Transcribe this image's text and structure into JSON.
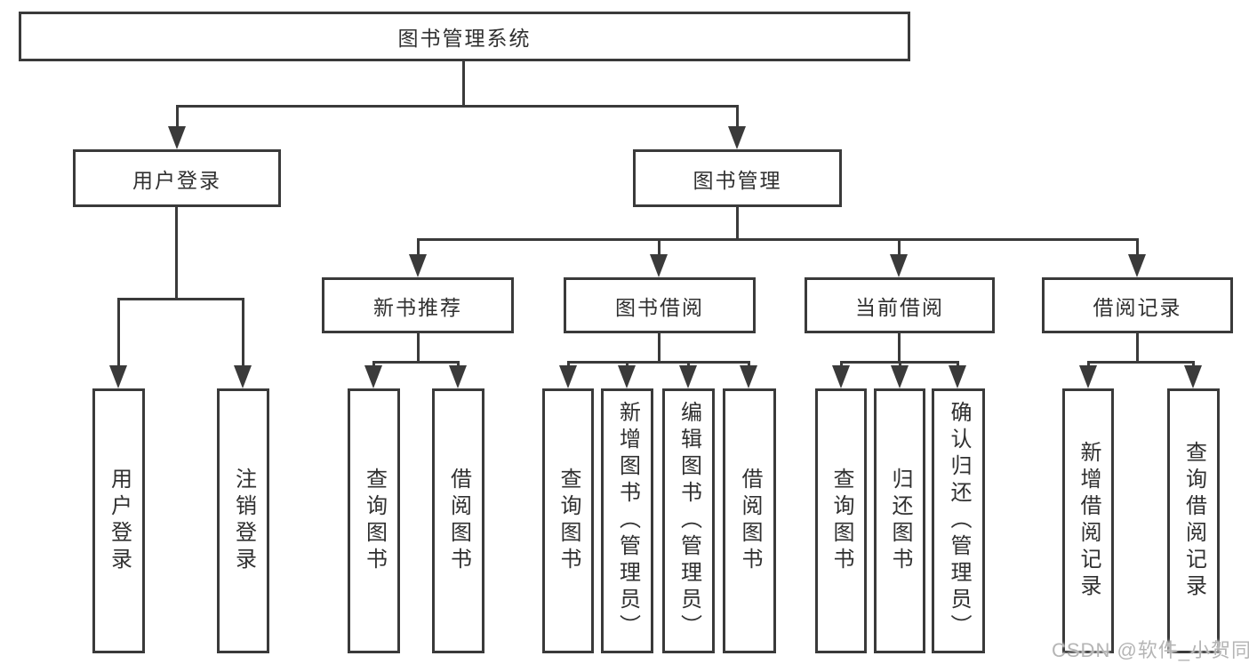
{
  "colors": {
    "line": "#3a3a3a",
    "text": "#303030",
    "watermark": "#b5b5b5",
    "background": "#ffffff"
  },
  "watermark": {
    "text": "CSDN @软件_小贺同学"
  },
  "root": {
    "label": "图书管理系统",
    "children": [
      {
        "label": "用户登录",
        "children": [
          {
            "label": "用户登录"
          },
          {
            "label": "注销登录"
          }
        ]
      },
      {
        "label": "图书管理",
        "children": [
          {
            "label": "新书推荐",
            "children": [
              {
                "label": "查询图书"
              },
              {
                "label": "借阅图书"
              }
            ]
          },
          {
            "label": "图书借阅",
            "children": [
              {
                "label": "查询图书"
              },
              {
                "label": "新增图书（管理员）"
              },
              {
                "label": "编辑图书（管理员）"
              },
              {
                "label": "借阅图书"
              }
            ]
          },
          {
            "label": "当前借阅",
            "children": [
              {
                "label": "查询图书"
              },
              {
                "label": "归还图书"
              },
              {
                "label": "确认归还（管理员）"
              }
            ]
          },
          {
            "label": "借阅记录",
            "children": [
              {
                "label": "新增借阅记录"
              },
              {
                "label": "查询借阅记录"
              }
            ]
          }
        ]
      }
    ]
  }
}
